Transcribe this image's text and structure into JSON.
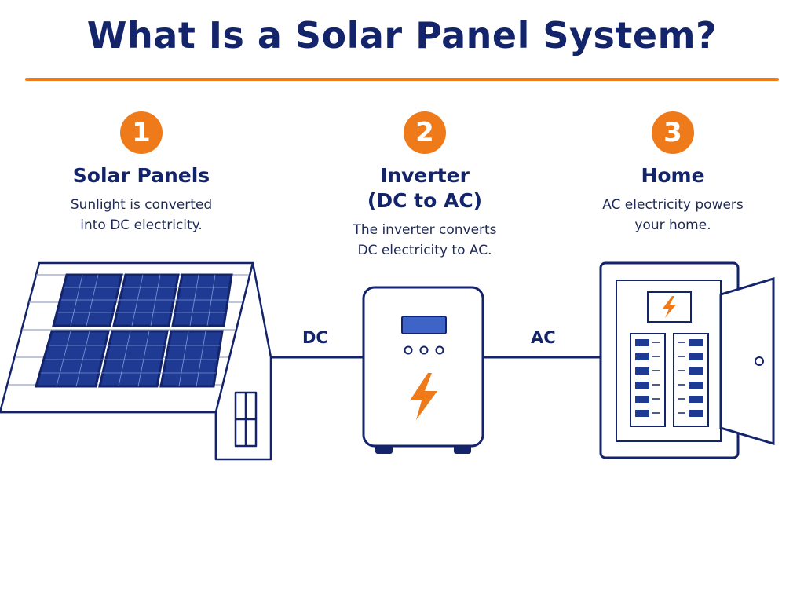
{
  "title": "What Is a Solar Panel System?",
  "colors": {
    "navy": "#13246b",
    "accent": "#ef7a1a",
    "panel": "#1f3a93"
  },
  "steps": [
    {
      "number": "1",
      "title": "Solar Panels",
      "desc_lines": [
        "Sunlight is converted",
        "into DC electricity."
      ]
    },
    {
      "number": "2",
      "title_lines": [
        "Inverter",
        "(DC to AC)"
      ],
      "desc_lines": [
        "The inverter converts",
        "DC electricity to AC."
      ]
    },
    {
      "number": "3",
      "title": "Home",
      "desc_lines": [
        "AC electricity powers",
        "your home."
      ]
    }
  ],
  "connections": {
    "dc": "DC",
    "ac": "AC"
  },
  "icons": {
    "inverter": "lightning-bolt-icon",
    "panel_box": "lightning-bolt-icon"
  }
}
